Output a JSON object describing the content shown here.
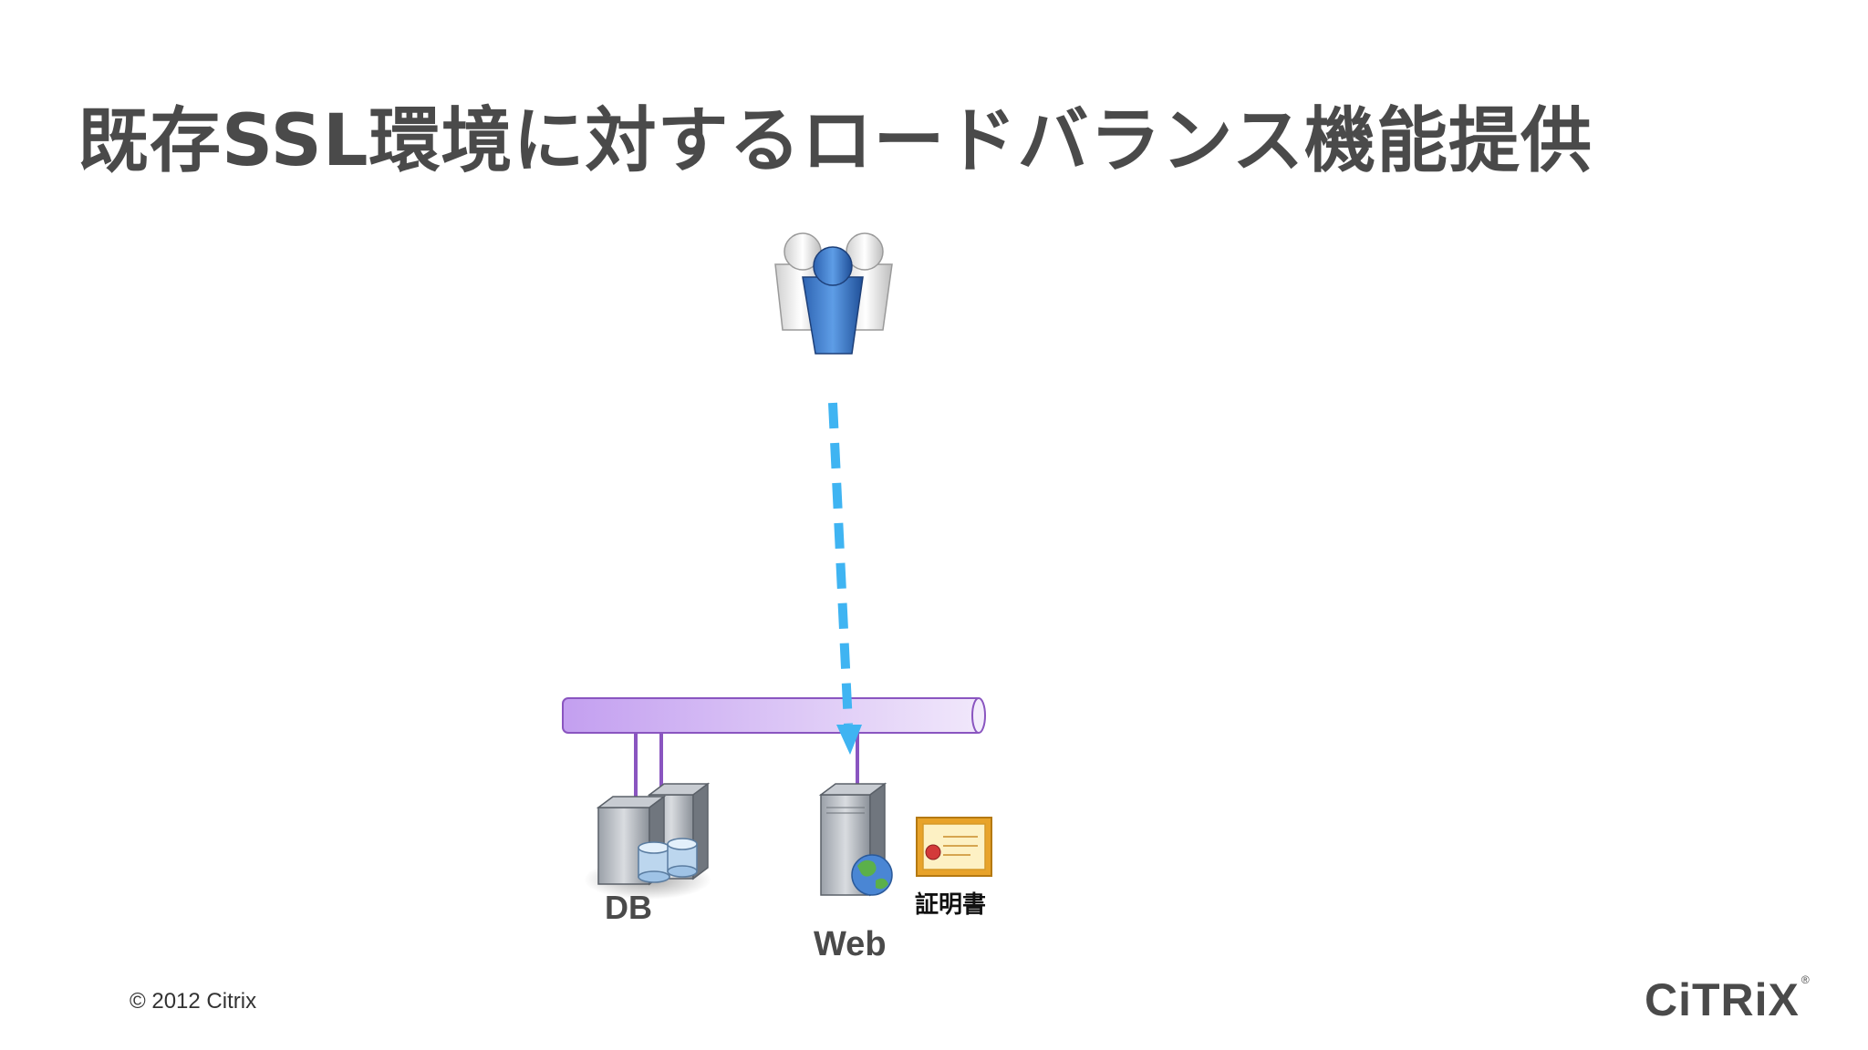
{
  "slide": {
    "title": "既存SSL環境に対するロードバランス機能提供"
  },
  "diagram": {
    "nodes": {
      "users": {
        "icon": "users-group-icon"
      },
      "db": {
        "label": "DB",
        "icon": "database-server-icon"
      },
      "web": {
        "label": "Web",
        "icon": "web-server-icon"
      },
      "certificate": {
        "label": "証明書",
        "icon": "certificate-icon"
      }
    },
    "network": {
      "icon": "network-bus-icon"
    },
    "colors": {
      "arrow": "#3fb4f2",
      "bus": "#c9a8ef",
      "connector": "#8a55c0",
      "title": "#4a4a4a"
    }
  },
  "footer": {
    "copyright": "© 2012 Citrix",
    "logo": "CiTRiX",
    "logo_mark": "®"
  }
}
